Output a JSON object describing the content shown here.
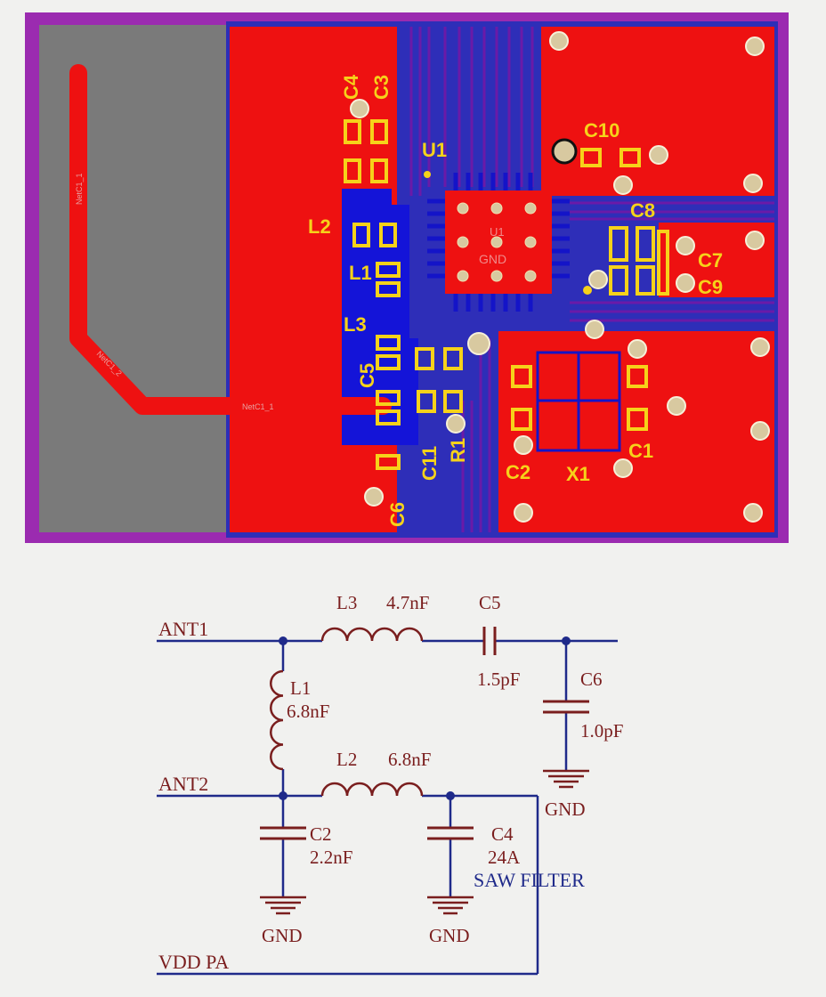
{
  "pcb": {
    "designators": {
      "c4": "C4",
      "c3": "C3",
      "u1": "U1",
      "c10": "C10",
      "l2": "L2",
      "c8": "C8",
      "l1": "L1",
      "c7": "C7",
      "c9": "C9",
      "l3": "L3",
      "c5": "C5",
      "c11": "C11",
      "r1": "R1",
      "c2": "C2",
      "x1": "X1",
      "c1": "C1",
      "c6": "C6"
    },
    "pad_labels": {
      "u1_center": "U1",
      "gnd": "GND"
    },
    "net_labels": {
      "net_a": "NetC1_1",
      "net_b": "NetC1_2",
      "net_c": "NetC1_1"
    },
    "colors": {
      "board_outline": "#9b2bb0",
      "top_copper": "#ee1111",
      "bottom_copper": "#1414c8",
      "silkscreen": "#f6d21a",
      "keepout": "#7a7a7a",
      "via": "#d8c9a0"
    }
  },
  "schematic": {
    "nets": {
      "ant1": "ANT1",
      "ant2": "ANT2",
      "vdd_pa": "VDD PA"
    },
    "components": {
      "l3": {
        "ref": "L3",
        "value": "4.7nF"
      },
      "c5": {
        "ref": "C5",
        "value": "1.5pF"
      },
      "c6": {
        "ref": "C6",
        "value": "1.0pF"
      },
      "l1": {
        "ref": "L1",
        "value": "6.8nF"
      },
      "l2": {
        "ref": "L2",
        "value": "6.8nF"
      },
      "c2": {
        "ref": "C2",
        "value": "2.2nF"
      },
      "c4": {
        "ref": "C4",
        "value": "24A"
      }
    },
    "saw_filter": "SAW FILTER",
    "gnd": "GND",
    "colors": {
      "wire": "#1f2a8a",
      "component": "#7a1e1e",
      "junction": "#1f2a8a"
    }
  }
}
